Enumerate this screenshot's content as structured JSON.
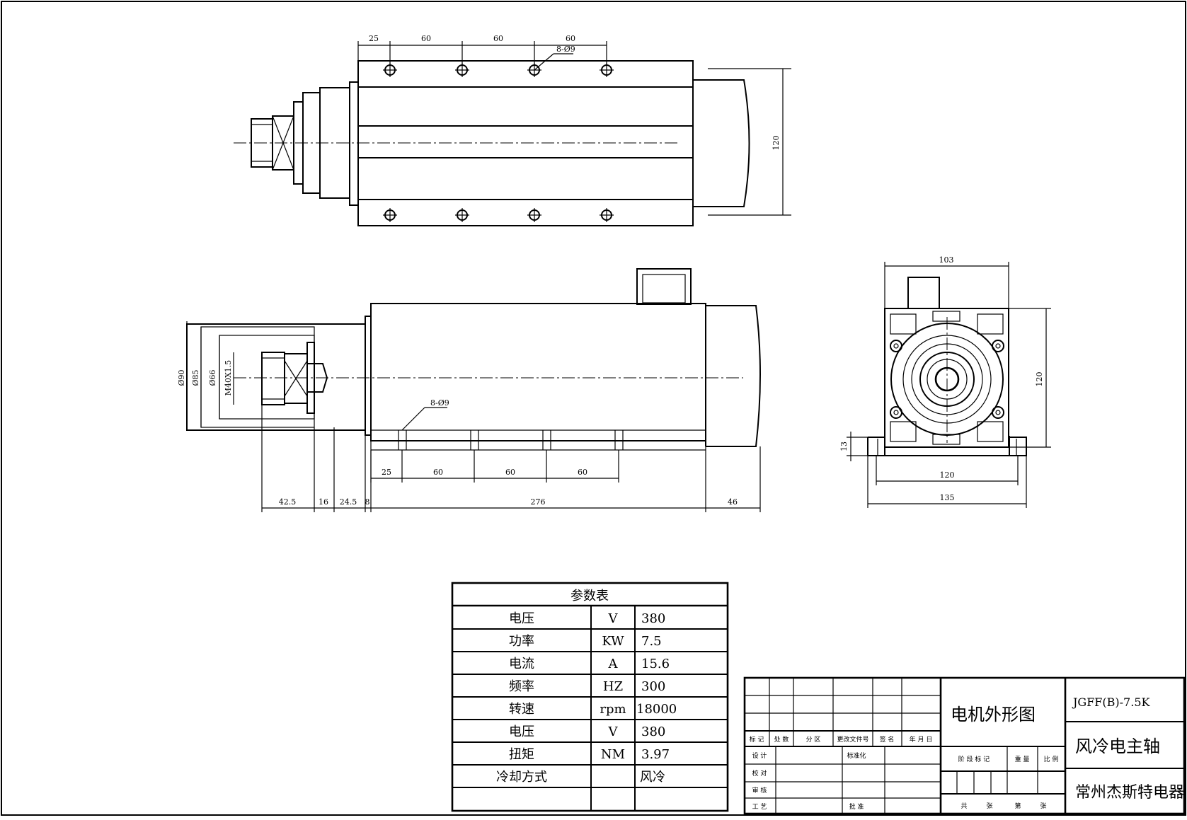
{
  "top_view": {
    "dims_top": [
      "25",
      "60",
      "60",
      "60"
    ],
    "hole_callout": "8-Ø9",
    "dim_height": "120"
  },
  "side_view": {
    "dims_left": [
      "Ø90",
      "Ø85",
      "Ø66",
      "M40X1.5"
    ],
    "hole_callout": "8-Ø9",
    "dims_holes": [
      "25",
      "60",
      "60",
      "60"
    ],
    "dims_bottom": [
      "42.5",
      "16",
      "24.5",
      "8",
      "276",
      "46"
    ]
  },
  "end_view": {
    "dim_top": "103",
    "dim_right": "120",
    "dim_foot": "13",
    "dim_base_inner": "120",
    "dim_base_outer": "135"
  },
  "param_table": {
    "title": "参数表",
    "rows": [
      {
        "name": "电压",
        "unit": "V",
        "value": "380"
      },
      {
        "name": "功率",
        "unit": "KW",
        "value": "7.5"
      },
      {
        "name": "电流",
        "unit": "A",
        "value": "15.6"
      },
      {
        "name": "频率",
        "unit": "HZ",
        "value": "300"
      },
      {
        "name": "转速",
        "unit": "rpm",
        "value": "18000"
      },
      {
        "name": "电压",
        "unit": "V",
        "value": "380"
      },
      {
        "name": "扭矩",
        "unit": "NM",
        "value": "3.97"
      },
      {
        "name": "冷却方式",
        "unit": "",
        "value": "风冷"
      }
    ]
  },
  "title_block": {
    "drawing_title": "电机外形图",
    "model": "JGFF(B)-7.5K",
    "product": "风冷电主轴",
    "company": "常州杰斯特电器",
    "rev_headers": [
      "标 记",
      "处 数",
      "分 区",
      "更改文件号",
      "签 名",
      "年 月 日"
    ],
    "sign_rows": [
      "设 计",
      "校 对",
      "审 核",
      "工 艺"
    ],
    "standardize": "标准化",
    "approve": "批 准",
    "stage_label": "阶 段 标 记",
    "weight_label": "重 量",
    "scale_label": "比 例",
    "sheets_total": "共",
    "sheets_unit1": "张",
    "sheet_no": "第",
    "sheets_unit2": "张"
  }
}
